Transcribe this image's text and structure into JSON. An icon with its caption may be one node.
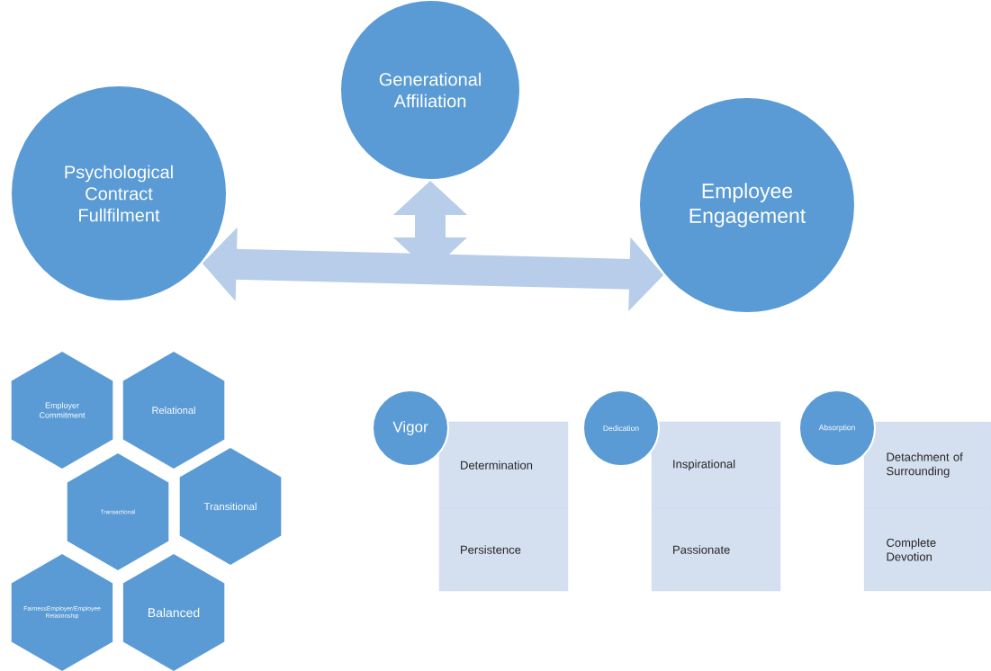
{
  "diagram": {
    "nodes": [
      {
        "text": [
          "Generational Affiliation"
        ]
      },
      {
        "text": [
          "Psychological Contract Fullfilment"
        ]
      },
      {
        "text": [
          "Employee Engagement"
        ]
      },
      {
        "text": [
          "Employer Commitment"
        ]
      },
      {
        "text": [
          "Relational"
        ]
      },
      {
        "text": [
          "Transactional"
        ]
      },
      {
        "text": [
          "Transitional"
        ]
      },
      {
        "text": [
          "FairnessEmployer/Employee Relationship"
        ]
      },
      {
        "text": [
          "Balanced"
        ]
      },
      {
        "text": [
          "Vigor"
        ]
      },
      {
        "text": [
          "Determination"
        ]
      },
      {
        "text": [
          "Persistence"
        ]
      },
      {
        "text": [
          "Dedication"
        ]
      },
      {
        "text": [
          "Inspirational"
        ]
      },
      {
        "text": [
          "Passionate"
        ]
      },
      {
        "text": [
          "Absorption"
        ]
      },
      {
        "text": [
          "Detachment of Surrounding"
        ]
      },
      {
        "text": [
          "Complete Devotion"
        ]
      }
    ],
    "edges": [
      {
        "from": 1,
        "to": 2,
        "arrow": "both"
      },
      {
        "from": null,
        "to": 0,
        "arrow": "both"
      }
    ]
  }
}
